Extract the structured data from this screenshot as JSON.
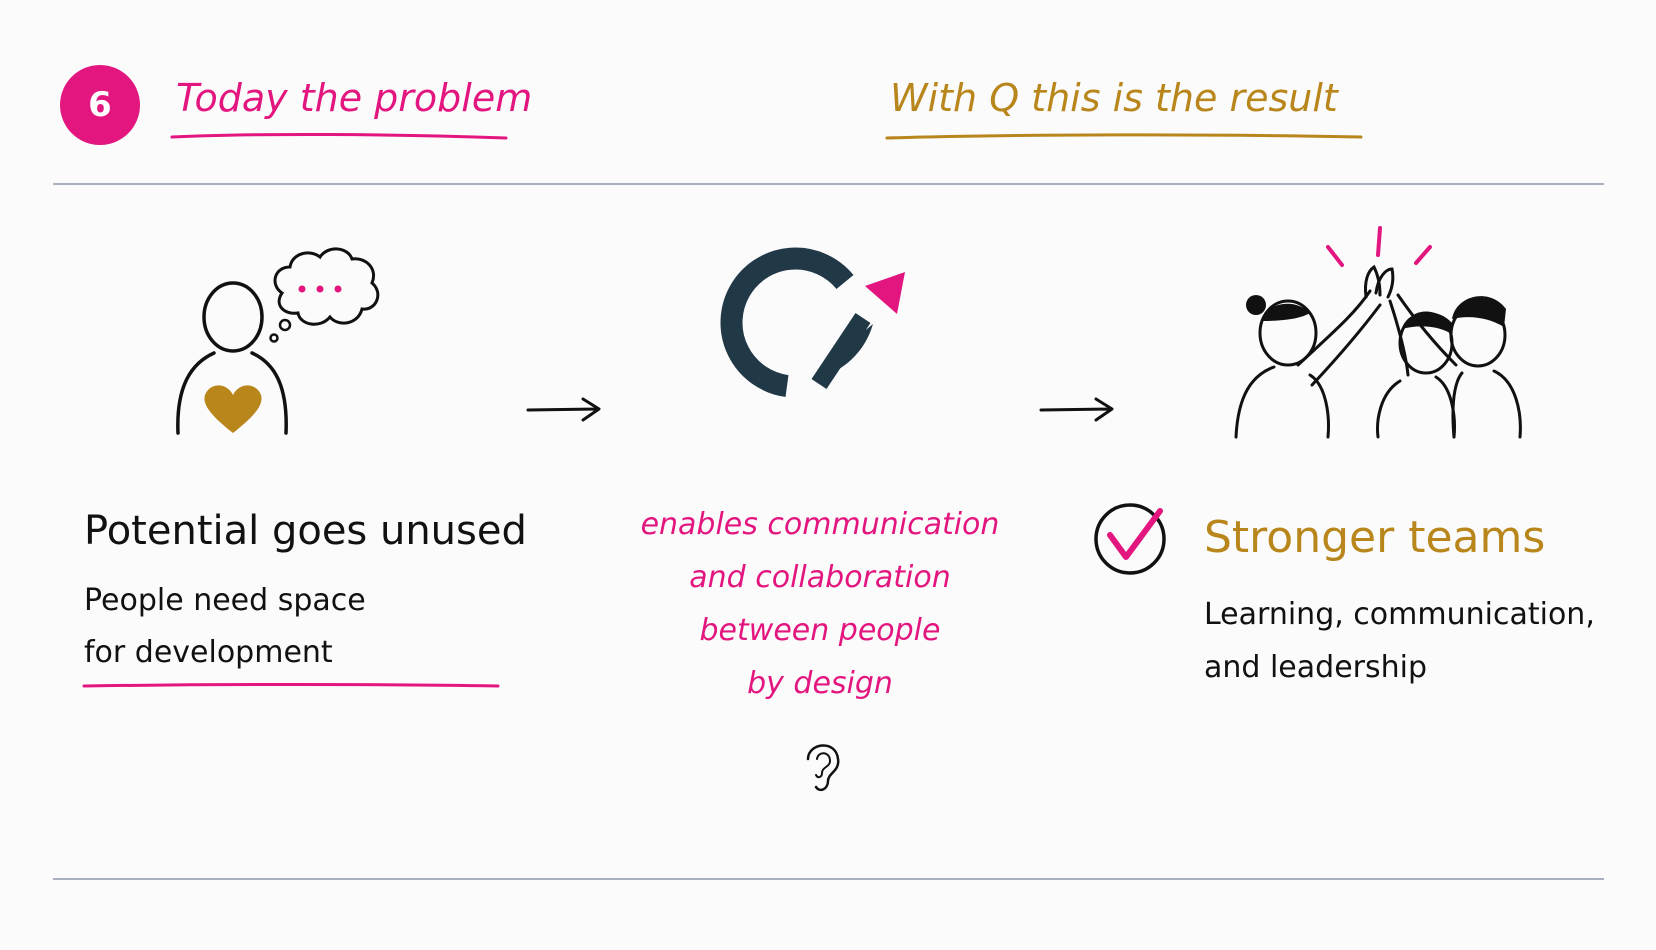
{
  "header": {
    "step_number": "6",
    "left_heading": "Today the problem",
    "right_heading": "With Q this is the result"
  },
  "problem": {
    "title": "Potential goes unused",
    "description_lines": [
      "People need space",
      "for development"
    ]
  },
  "solution": {
    "lines": [
      "enables communication",
      "and collaboration",
      "between people",
      "by design"
    ]
  },
  "result": {
    "title": "Stronger teams",
    "description_lines": [
      "Learning, communication,",
      "and leadership"
    ]
  },
  "colors": {
    "accent_pink": "#e2167e",
    "accent_gold": "#b8861b",
    "logo_dark": "#213847",
    "divider": "#a9b1c1"
  },
  "icons": [
    "thinking-person-icon",
    "arrow-right-icon",
    "q-logo-icon",
    "ear-icon",
    "checkmark-icon",
    "high-five-team-icon"
  ]
}
